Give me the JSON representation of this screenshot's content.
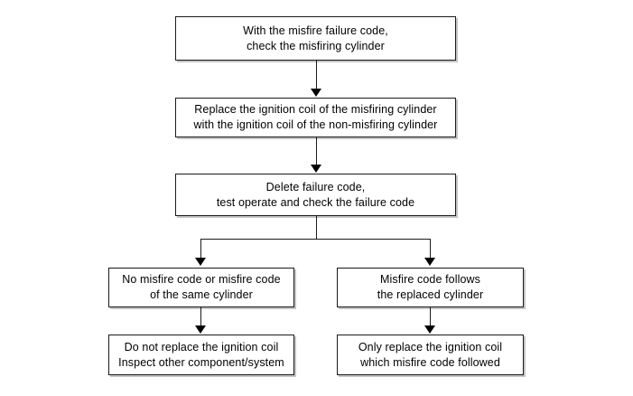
{
  "diagram": {
    "title": "Misfire failure code diagnostic flowchart",
    "type": "flowchart",
    "orientation": "top-down",
    "colors": {
      "background": "#ffffff",
      "box_border": "#1a1a1a",
      "box_fill": "#ffffff",
      "connector": "#1a1a1a",
      "text": "#000000",
      "shadow": "#969696"
    },
    "nodes": [
      {
        "id": "step-1",
        "text": "With the misfire failure code,\ncheck the misfiring cylinder"
      },
      {
        "id": "step-2",
        "text": "Replace the ignition coil of the misfiring cylinder\nwith the ignition coil of the non-misfiring cylinder"
      },
      {
        "id": "step-3",
        "text": "Delete failure code,\ntest operate and check the  failure code"
      },
      {
        "id": "branch-left",
        "text": "No misfire code or misfire code\nof the same cylinder"
      },
      {
        "id": "branch-right",
        "text": "Misfire code follows\nthe replaced cylinder"
      },
      {
        "id": "result-left",
        "text": "Do not replace the ignition coil\nInspect other component/system"
      },
      {
        "id": "result-right",
        "text": "Only replace the ignition coil\nwhich misfire code followed"
      }
    ],
    "edges": [
      {
        "id": "edge-1-2",
        "from": "step-1",
        "to": "step-2",
        "style": "arrow"
      },
      {
        "id": "edge-2-3",
        "from": "step-2",
        "to": "step-3",
        "style": "arrow"
      },
      {
        "id": "edge-3-left",
        "from": "step-3",
        "to": "branch-left",
        "style": "split-arrow"
      },
      {
        "id": "edge-3-right",
        "from": "step-3",
        "to": "branch-right",
        "style": "split-arrow"
      },
      {
        "id": "edge-left-result",
        "from": "branch-left",
        "to": "result-left",
        "style": "arrow"
      },
      {
        "id": "edge-right-result",
        "from": "branch-right",
        "to": "result-right",
        "style": "arrow"
      }
    ]
  }
}
